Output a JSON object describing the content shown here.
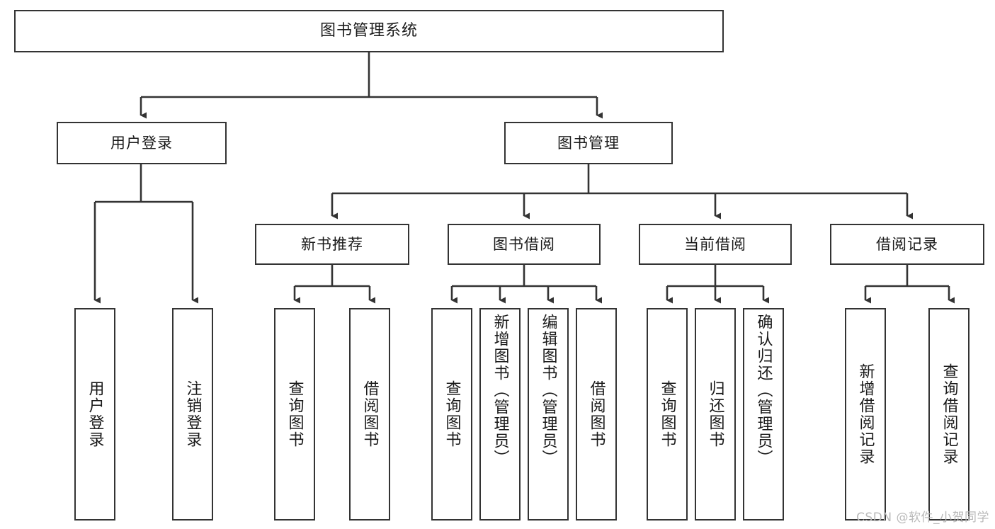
{
  "diagram": {
    "type": "tree-hierarchy",
    "title": "图书管理系统",
    "orientation": "top-down",
    "colors": {
      "box_border": "#333333",
      "box_fill": "#ffffff",
      "connector": "#333333",
      "text": "#1a1a1a",
      "watermark": "#b9b9b9",
      "background": "#ffffff"
    },
    "root": {
      "label": "图书管理系统"
    },
    "level2": [
      {
        "id": "user-login",
        "label": "用户登录"
      },
      {
        "id": "book-management",
        "label": "图书管理"
      }
    ],
    "level3": [
      {
        "id": "new-book-recommend",
        "label": "新书推荐"
      },
      {
        "id": "book-borrow",
        "label": "图书借阅"
      },
      {
        "id": "current-borrow",
        "label": "当前借阅"
      },
      {
        "id": "borrow-record",
        "label": "借阅记录"
      }
    ],
    "leaves": {
      "user_login": [
        {
          "id": "leaf-user-login",
          "label": "用户登录"
        },
        {
          "id": "leaf-logout",
          "label": "注销登录"
        }
      ],
      "new_book_recommend": [
        {
          "id": "leaf-query-book-1",
          "label": "查询图书"
        },
        {
          "id": "leaf-borrow-book-1",
          "label": "借阅图书"
        }
      ],
      "book_borrow": [
        {
          "id": "leaf-query-book-2",
          "label": "查询图书"
        },
        {
          "id": "leaf-add-book",
          "label": "新增图书（管理员）"
        },
        {
          "id": "leaf-edit-book",
          "label": "编辑图书（管理员）"
        },
        {
          "id": "leaf-borrow-book-2",
          "label": "借阅图书"
        }
      ],
      "current_borrow": [
        {
          "id": "leaf-query-book-3",
          "label": "查询图书"
        },
        {
          "id": "leaf-return-book",
          "label": "归还图书"
        },
        {
          "id": "leaf-confirm-return",
          "label": "确认归还（管理员）"
        }
      ],
      "borrow_record": [
        {
          "id": "leaf-add-record",
          "label": "新增借阅记录"
        },
        {
          "id": "leaf-query-record",
          "label": "查询借阅记录"
        }
      ]
    }
  },
  "watermark": {
    "text": "CSDN @软件_小贺同学"
  }
}
